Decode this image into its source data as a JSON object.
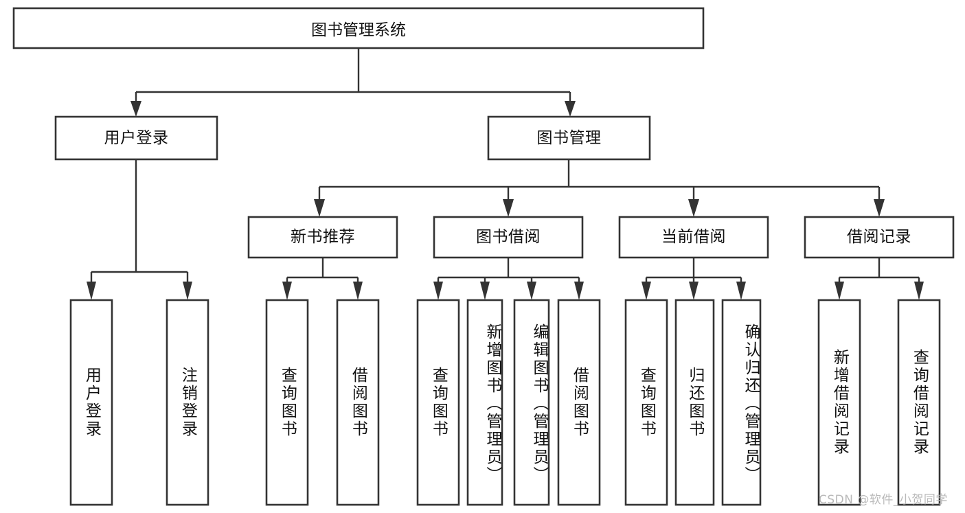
{
  "diagram": {
    "title": "图书管理系统",
    "type": "hierarchy-tree",
    "root": {
      "id": "root",
      "label": "图书管理系统",
      "orientation": "horizontal"
    },
    "level1": [
      {
        "id": "user-login",
        "label": "用户登录",
        "orientation": "horizontal"
      },
      {
        "id": "book-manage",
        "label": "图书管理",
        "orientation": "horizontal"
      }
    ],
    "level2": [
      {
        "id": "new-book-recommend",
        "label": "新书推荐",
        "orientation": "horizontal",
        "parent": "book-manage"
      },
      {
        "id": "book-borrow",
        "label": "图书借阅",
        "orientation": "horizontal",
        "parent": "book-manage"
      },
      {
        "id": "current-borrow",
        "label": "当前借阅",
        "orientation": "horizontal",
        "parent": "book-manage"
      },
      {
        "id": "borrow-record",
        "label": "借阅记录",
        "orientation": "horizontal",
        "parent": "book-manage"
      }
    ],
    "leaves": [
      {
        "id": "leaf-user-login",
        "label": "用户登录",
        "orientation": "vertical",
        "parent": "user-login"
      },
      {
        "id": "leaf-user-logout",
        "label": "注销登录",
        "orientation": "vertical",
        "parent": "user-login"
      },
      {
        "id": "leaf-query-book-1",
        "label": "查询图书",
        "orientation": "vertical",
        "parent": "new-book-recommend"
      },
      {
        "id": "leaf-borrow-book-1",
        "label": "借阅图书",
        "orientation": "vertical",
        "parent": "new-book-recommend"
      },
      {
        "id": "leaf-query-book-2",
        "label": "查询图书",
        "orientation": "vertical",
        "parent": "book-borrow"
      },
      {
        "id": "leaf-add-book",
        "label": "新增图书（管理员）",
        "orientation": "vertical",
        "parent": "book-borrow"
      },
      {
        "id": "leaf-edit-book",
        "label": "编辑图书（管理员）",
        "orientation": "vertical",
        "parent": "book-borrow"
      },
      {
        "id": "leaf-borrow-book-2",
        "label": "借阅图书",
        "orientation": "vertical",
        "parent": "book-borrow"
      },
      {
        "id": "leaf-query-book-3",
        "label": "查询图书",
        "orientation": "vertical",
        "parent": "current-borrow"
      },
      {
        "id": "leaf-return-book",
        "label": "归还图书",
        "orientation": "vertical",
        "parent": "current-borrow"
      },
      {
        "id": "leaf-confirm-return",
        "label": "确认归还（管理员）",
        "orientation": "vertical",
        "parent": "current-borrow"
      },
      {
        "id": "leaf-add-record",
        "label": "新增借阅记录",
        "orientation": "vertical",
        "parent": "borrow-record"
      },
      {
        "id": "leaf-query-record",
        "label": "查询借阅记录",
        "orientation": "vertical",
        "parent": "borrow-record"
      }
    ],
    "colors": {
      "stroke": "#333333",
      "fill": "#ffffff",
      "text": "#111111",
      "watermark": "#b9b9b9",
      "background": "#ffffff"
    }
  },
  "watermark": {
    "text": "CSDN @软件_小贺同学"
  }
}
